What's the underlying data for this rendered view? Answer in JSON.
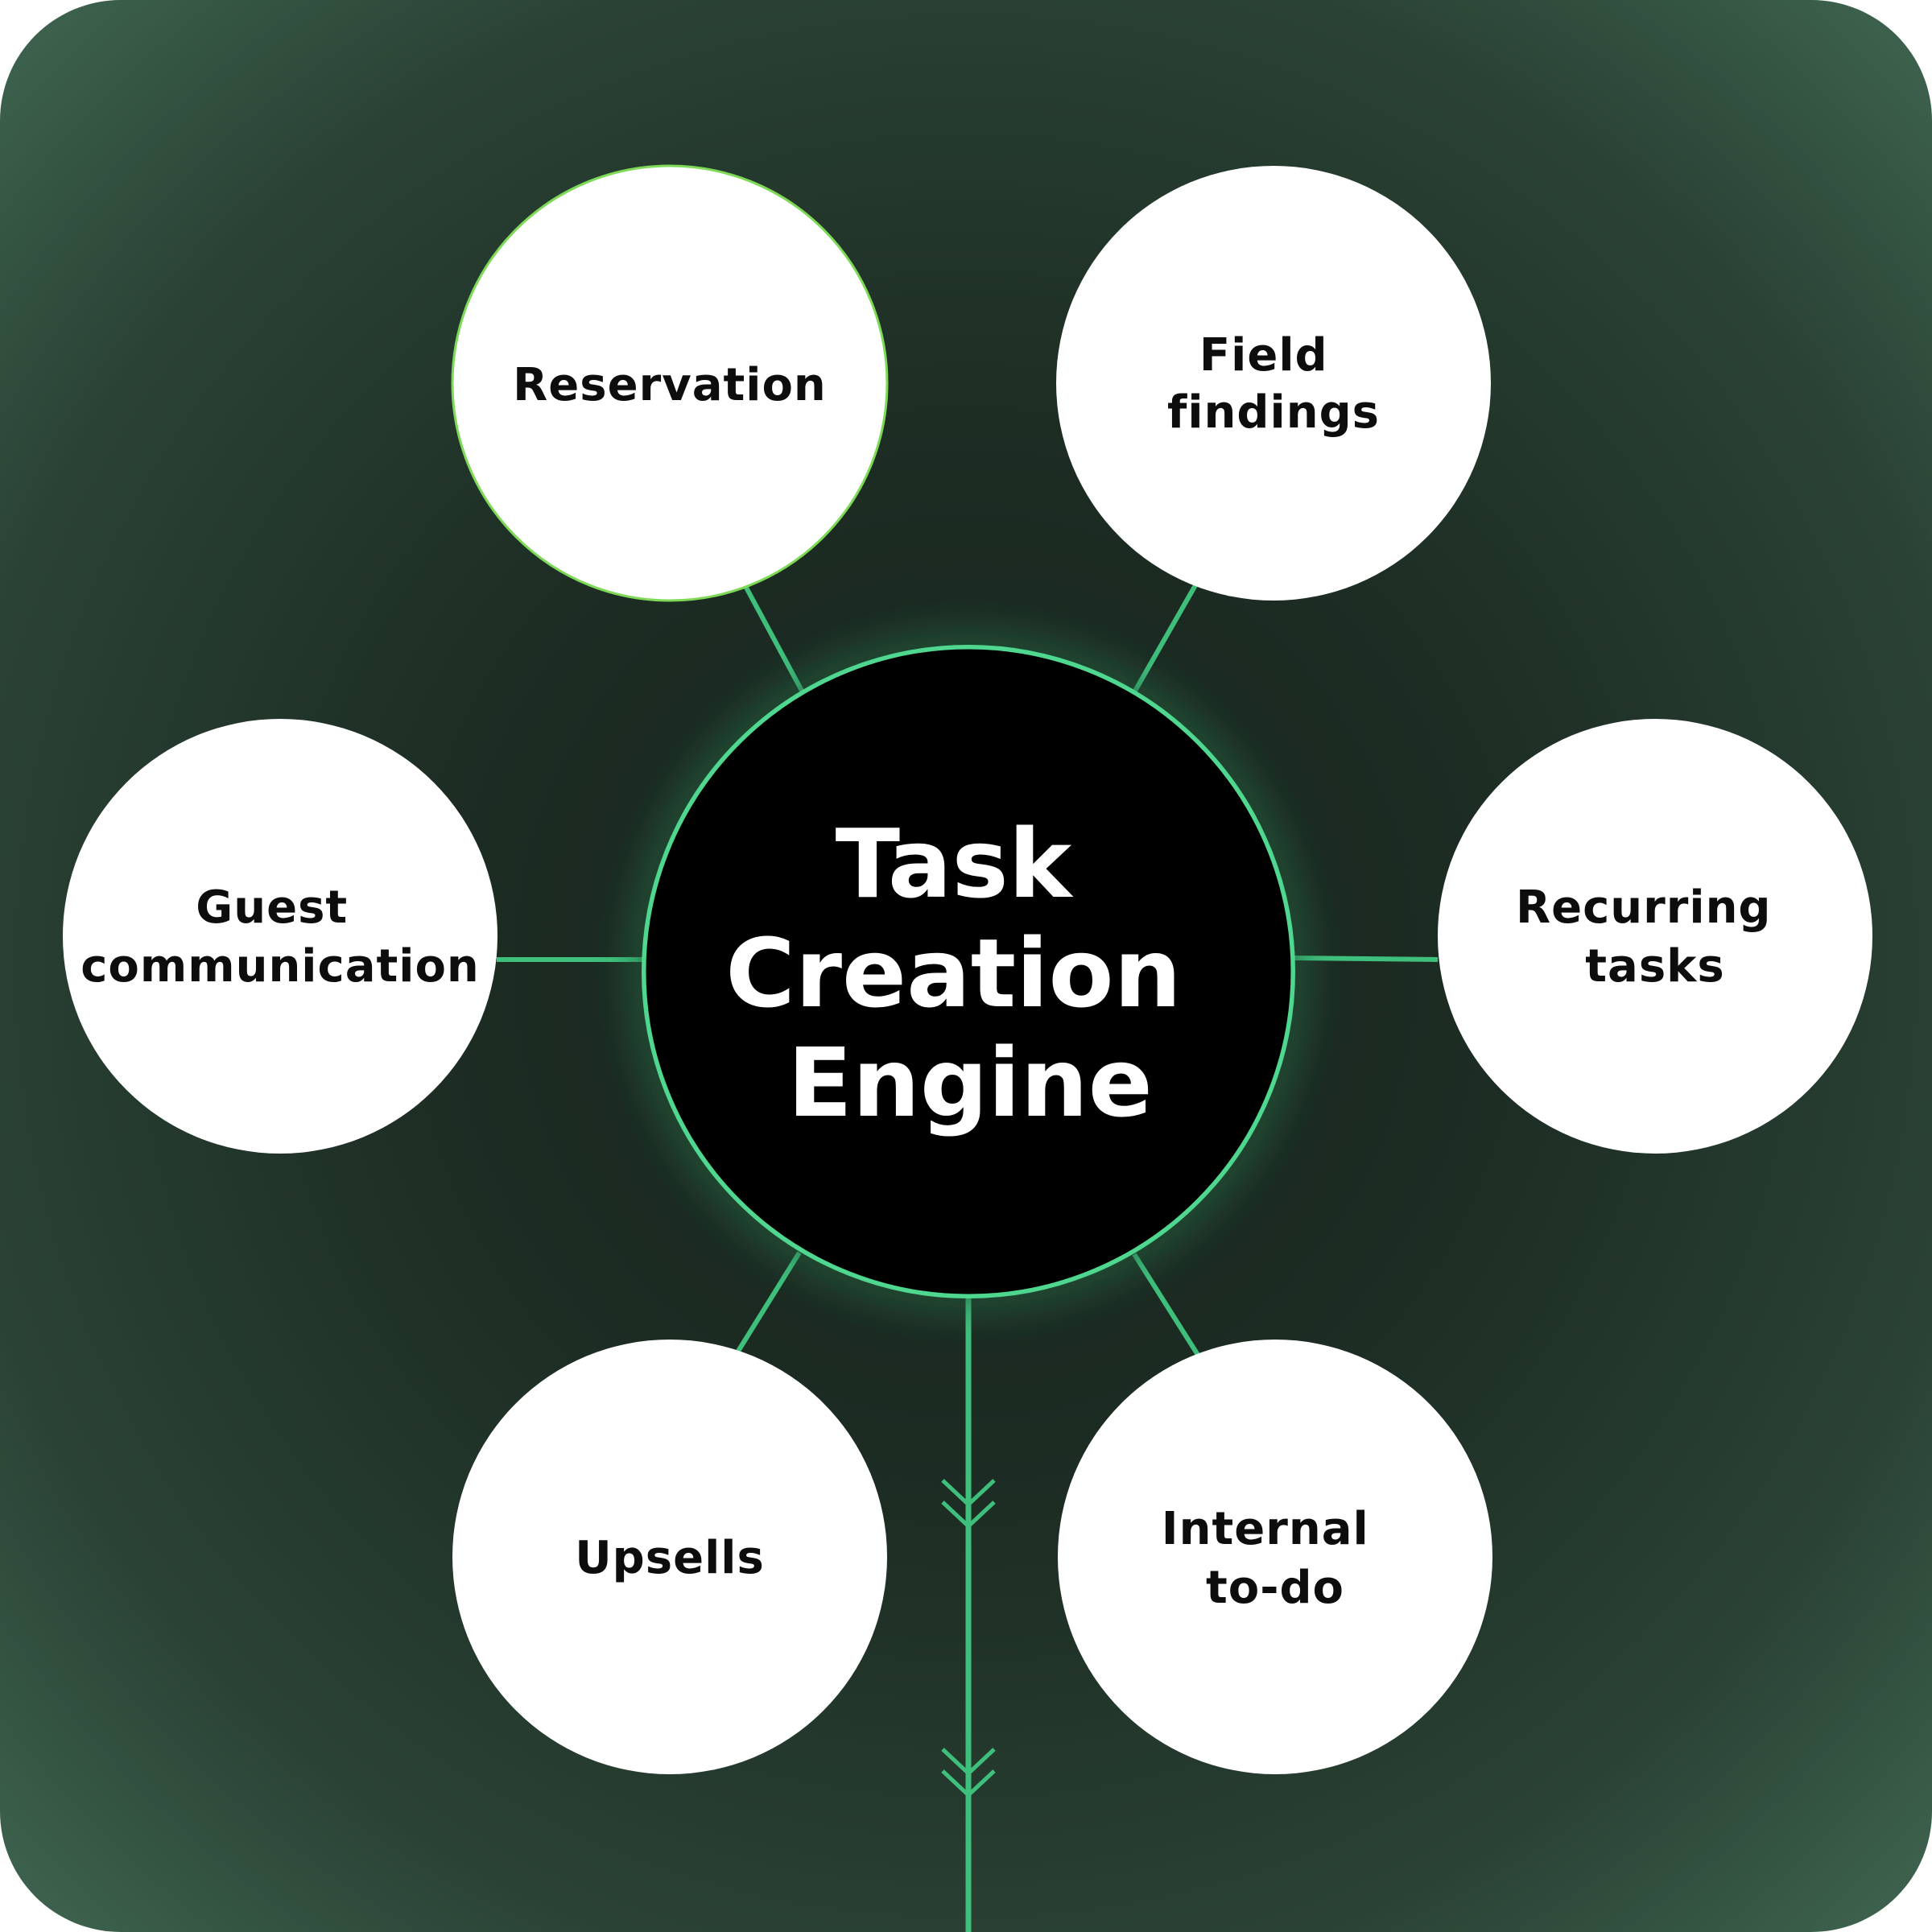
{
  "hub": {
    "lines": [
      "Task",
      "Creation",
      "Engine"
    ]
  },
  "nodes": [
    {
      "id": "reservation",
      "lines": [
        "Reservation"
      ]
    },
    {
      "id": "field-findings",
      "lines": [
        "Field",
        "findings"
      ]
    },
    {
      "id": "guest-communication",
      "lines": [
        "Guest",
        "communication"
      ]
    },
    {
      "id": "recurring-tasks",
      "lines": [
        "Recurring",
        "tasks"
      ]
    },
    {
      "id": "upsells",
      "lines": [
        "Upsells"
      ]
    },
    {
      "id": "internal-to-do",
      "lines": [
        "Internal",
        "to-do"
      ]
    }
  ],
  "colors": {
    "connector": "#3fbf7c",
    "hub_ring": "#4fd68f",
    "hub_fill": "#000000",
    "node_fill": "#ffffff",
    "node_highlight_border": "#7ed957"
  }
}
